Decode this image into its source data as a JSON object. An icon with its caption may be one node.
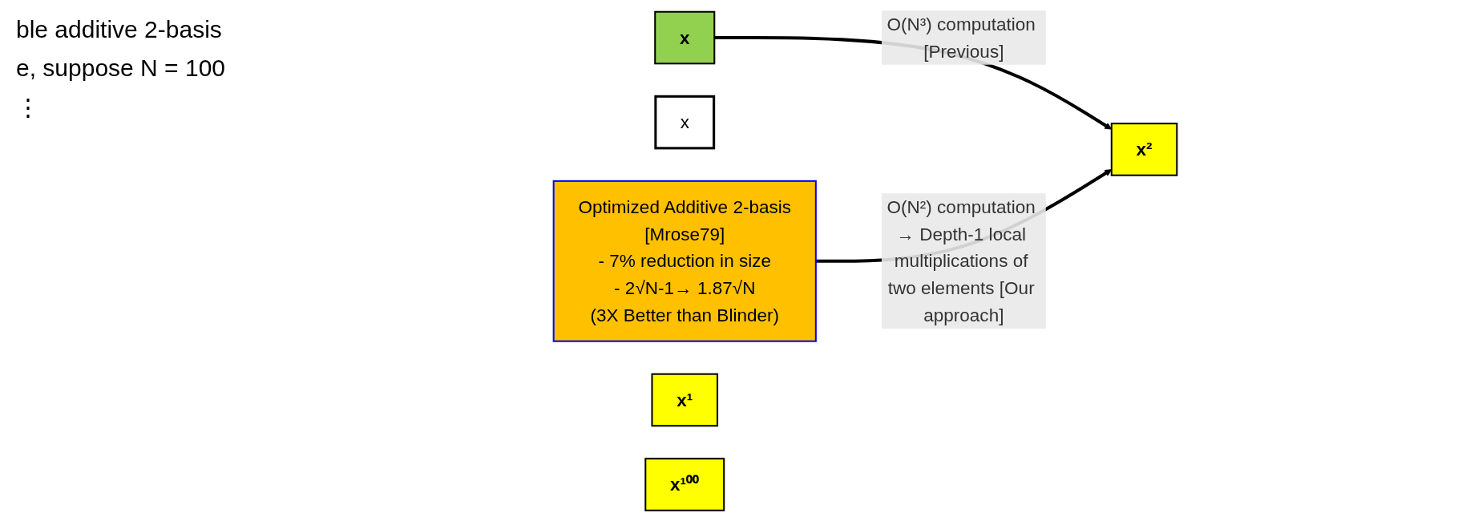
{
  "diagram": {
    "nodes": [
      {
        "text": [
          "x"
        ]
      },
      {
        "text": [
          "x"
        ]
      },
      {
        "text": [
          "Optimized Additive 2-basis",
          "[Mrose79]",
          "- 7% reduction in size",
          "-    2√N-1→ 1.87√N",
          "(3X Better than Blinder)"
        ]
      },
      {
        "text": [
          "x¹"
        ]
      },
      {
        "text": [
          "x²"
        ]
      },
      {
        "text": [
          "x¹⁰⁰"
        ]
      }
    ],
    "edges": [
      {
        "from": 0,
        "to": 4,
        "arrow": "to",
        "label": "O(N³) computation [Previous]"
      },
      {
        "from": 2,
        "to": 4,
        "arrow": "to",
        "label": "O(N²) computation → Depth-1 local multiplications of two elements [Our approach]"
      }
    ],
    "labels": [
      "ble additive 2-basis",
      "e, suppose N = 100",
      "⋮"
    ]
  }
}
